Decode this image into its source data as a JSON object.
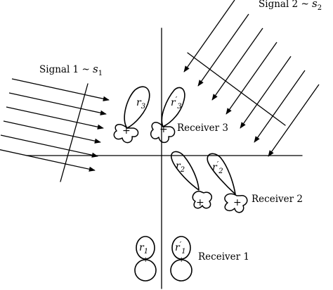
{
  "signals": [
    {
      "label": "Signal 1 ~ ",
      "symbol": "s",
      "subscript": "1"
    },
    {
      "label": "Signal 2 ~ ",
      "symbol": "s",
      "subscript": "2"
    }
  ],
  "receivers": [
    {
      "label": "Receiver 3",
      "patterns": [
        {
          "symbol": "r",
          "prime": "",
          "subscript": "3"
        },
        {
          "symbol": "r",
          "prime": "′",
          "subscript": "3"
        }
      ]
    },
    {
      "label": "Receiver 2",
      "patterns": [
        {
          "symbol": "r",
          "prime": "",
          "subscript": "2"
        },
        {
          "symbol": "r",
          "prime": "′",
          "subscript": "2"
        }
      ]
    },
    {
      "label": "Receiver 1",
      "patterns": [
        {
          "symbol": "r",
          "prime": "",
          "subscript": "1"
        },
        {
          "symbol": "r",
          "prime": "′",
          "subscript": "1"
        }
      ]
    }
  ]
}
